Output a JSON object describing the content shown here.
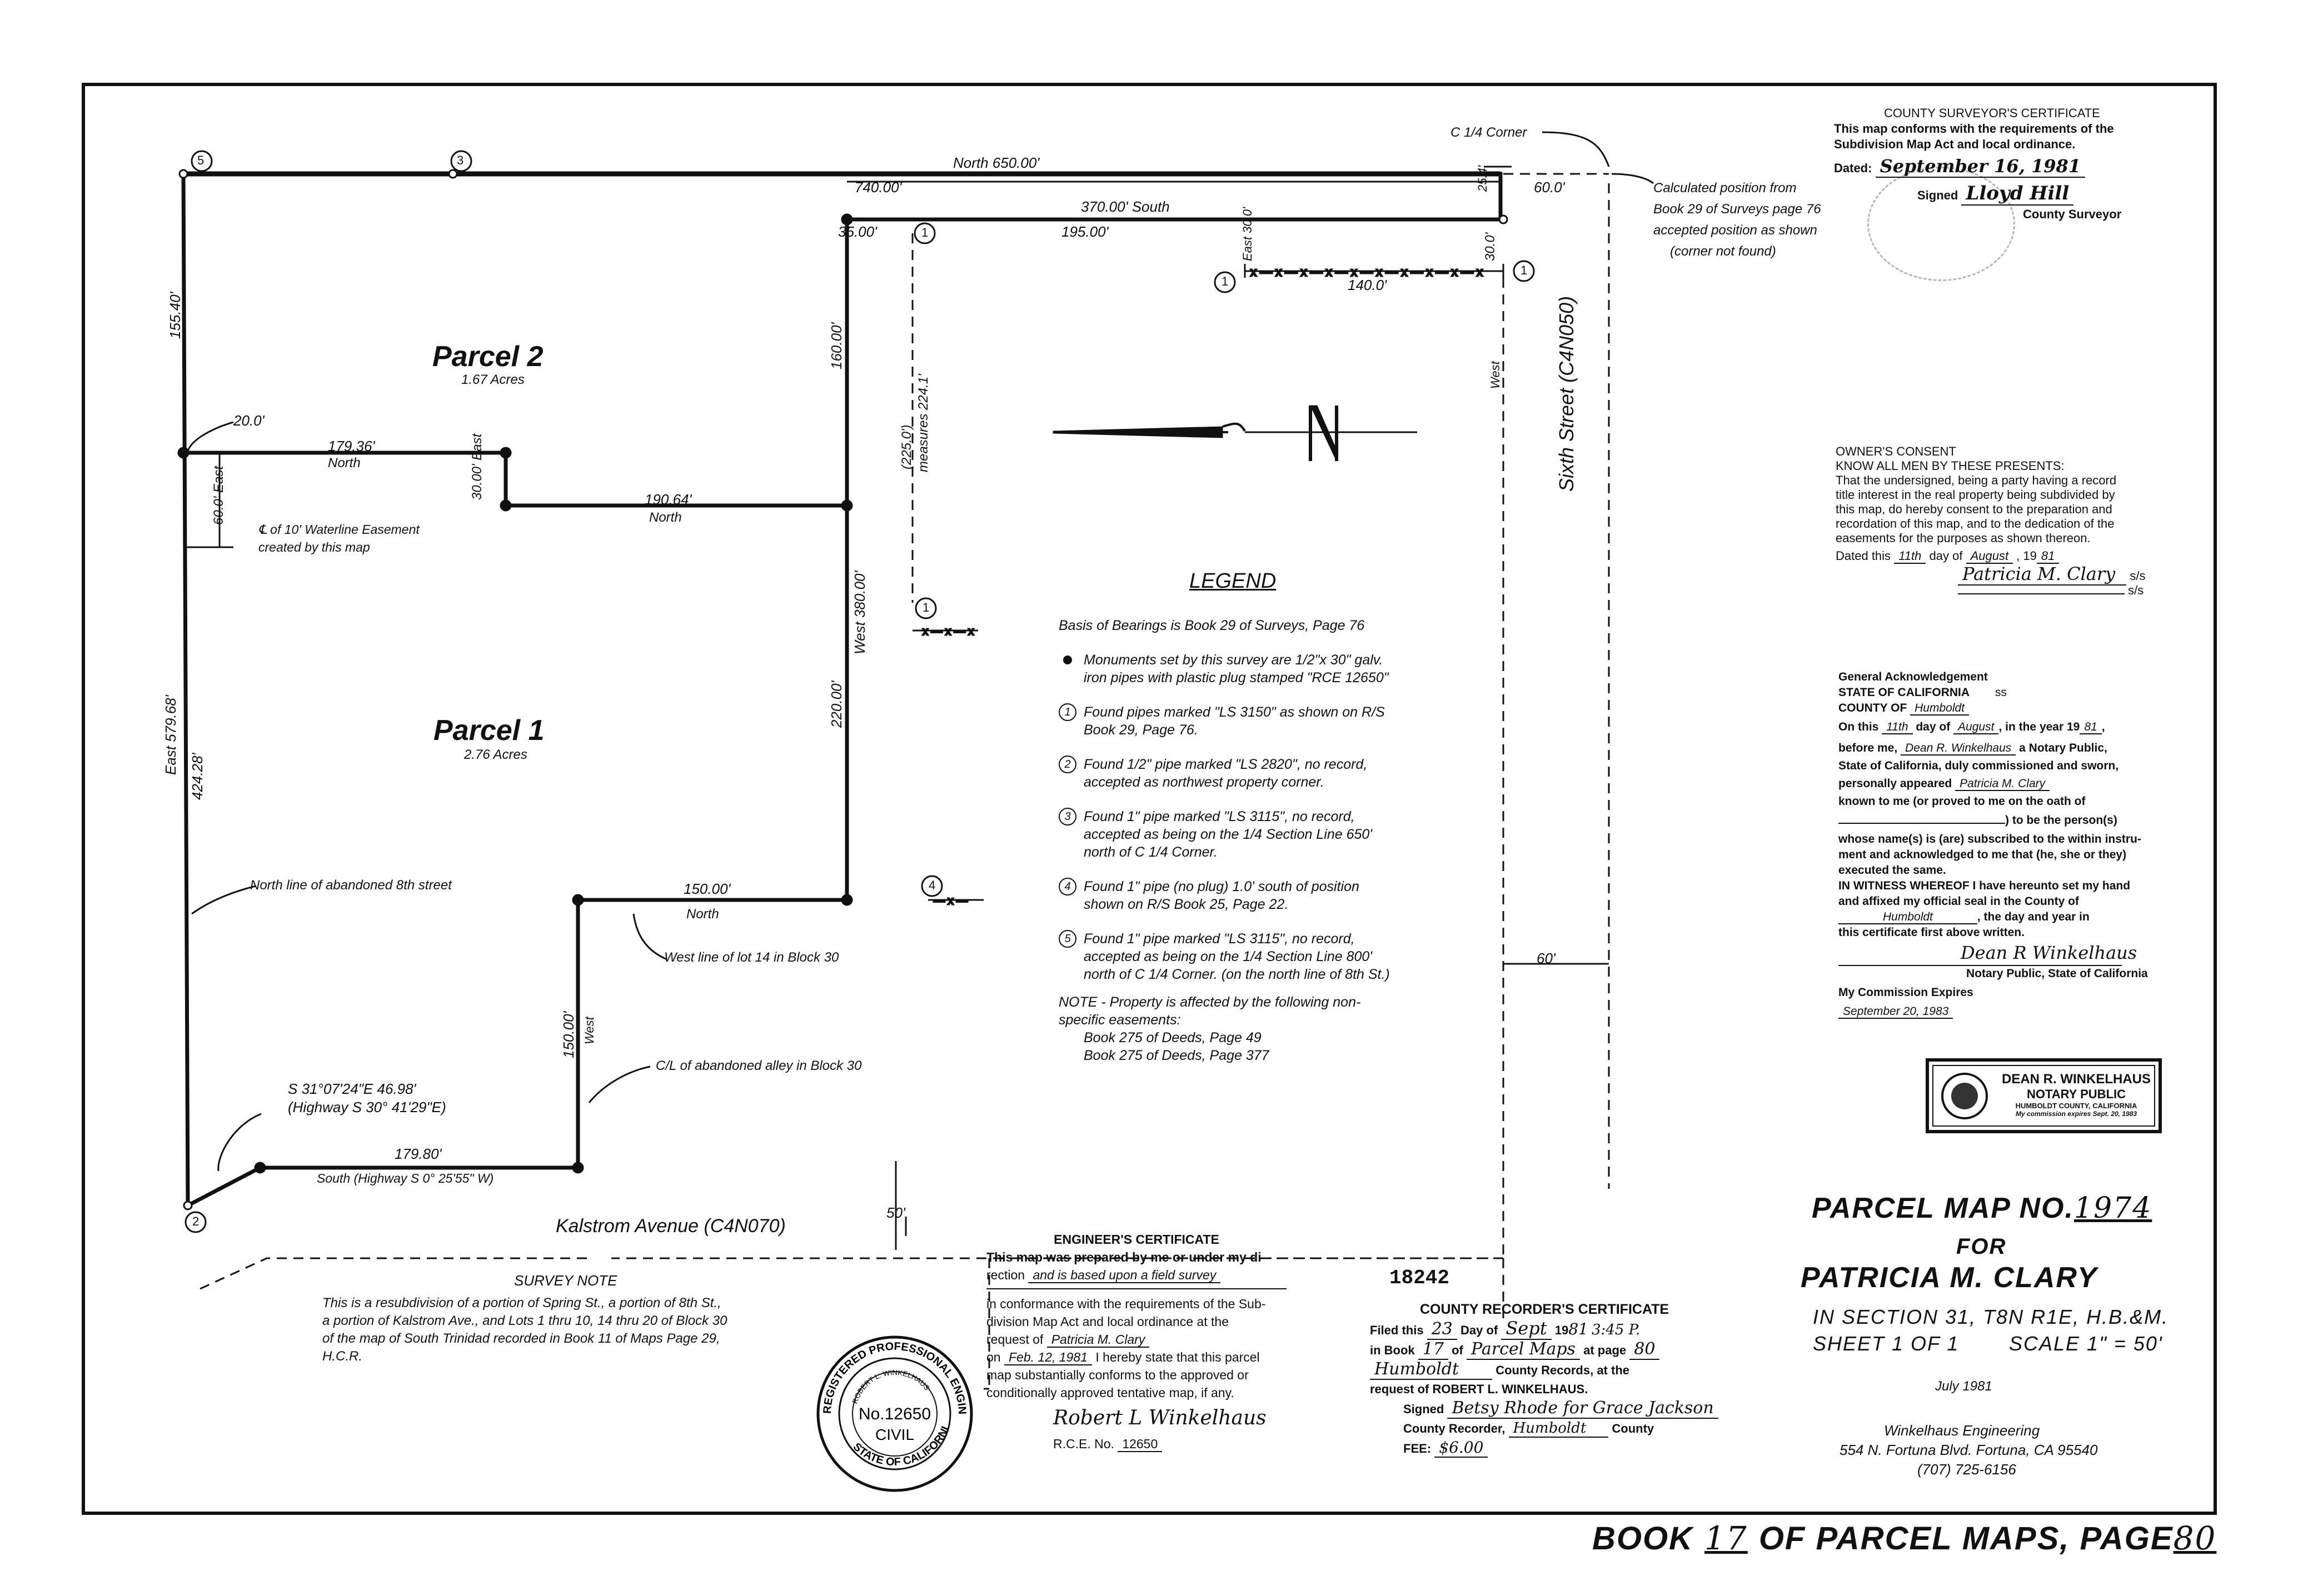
{
  "map": {
    "parcel2": {
      "name": "Parcel 2",
      "area": "1.67 Acres"
    },
    "parcel1": {
      "name": "Parcel 1",
      "area": "2.76 Acres"
    },
    "calls": {
      "north_650": "North 650.00'",
      "d740": "740.00'",
      "d370": "370.00' South",
      "d25": "25.4'",
      "d60a": "60.0'",
      "d35": "35.00'",
      "d195": "195.00'",
      "d155": "155.40'",
      "d160": "160.00'",
      "d20": "20.0'",
      "d17936": "179.36'",
      "north_a": "North",
      "d30east": "30.00' East",
      "d60east": "60.0' East",
      "d19064": "190.64'",
      "north_b": "North",
      "d225": "(225.0')",
      "measures": "measures 224.1'",
      "west380": "West 380.00'",
      "d220": "220.00'",
      "east579": "East 579.68'",
      "d42428": "424.28'",
      "d150": "150.00'",
      "north_c": "North",
      "d150w": "150.00'",
      "west_c": "West",
      "d17980": "179.80'",
      "south_hwy": "South (Highway S 0° 25'55\" W)",
      "bearing1": "S 31°07'24\"E  46.98'",
      "bearing2": "(Highway S 30° 41'29\"E)",
      "east30": "East 30.0'",
      "d1400": "140.0'",
      "d300": "30.0'",
      "west_6th": "West",
      "d60b": "60'",
      "d50": "50'"
    },
    "labels": {
      "c_quarter": "C 1/4 Corner",
      "calc_pos": [
        "Calculated position from",
        "Book 29 of Surveys page 76",
        "accepted position as shown",
        "(corner not found)"
      ],
      "waterline": [
        "℄ of 10' Waterline Easement",
        "created by this map"
      ],
      "north_line": "North line of abandoned 8th street",
      "west_line": "West line of lot 14 in Block 30",
      "cl_alley": "C/L of abandoned alley in Block 30",
      "sixth_street": "Sixth Street (C4N050)",
      "kalstrom": "Kalstrom Avenue (C4N070)",
      "north_arrow": "N"
    },
    "monuments": [
      "5",
      "3",
      "1",
      "1",
      "1",
      "1",
      "4",
      "2"
    ]
  },
  "legend": {
    "title": "LEGEND",
    "basis": "Basis of Bearings is Book 29 of Surveys, Page 76",
    "bullet": [
      "Monuments set by this survey are 1/2\"x 30\" galv.",
      "iron pipes with plastic plug stamped \"RCE 12650\""
    ],
    "items": [
      {
        "num": "1",
        "lines": [
          "Found pipes marked \"LS 3150\" as shown on R/S",
          "Book 29, Page 76."
        ]
      },
      {
        "num": "2",
        "lines": [
          "Found 1/2\" pipe marked \"LS 2820\", no record,",
          "accepted as northwest property corner."
        ]
      },
      {
        "num": "3",
        "lines": [
          "Found 1\" pipe marked \"LS 3115\", no record,",
          "accepted as being on the 1/4 Section Line 650'",
          "north of C 1/4 Corner."
        ]
      },
      {
        "num": "4",
        "lines": [
          "Found 1\" pipe (no plug) 1.0' south of position",
          "shown on R/S Book 25, Page 22."
        ]
      },
      {
        "num": "5",
        "lines": [
          "Found 1\" pipe marked \"LS 3115\", no record,",
          "accepted as being on the 1/4 Section Line 800'",
          "north of C 1/4 Corner. (on the north line of 8th St.)"
        ]
      }
    ],
    "note": [
      "NOTE - Property is affected by the following non-",
      "specific easements:",
      "Book 275 of Deeds, Page 49",
      "Book 275 of Deeds, Page 377"
    ]
  },
  "survey_note": {
    "title": "SURVEY NOTE",
    "lines": [
      "This is a resubdivision of a portion of Spring St., a portion of 8th St.,",
      "a portion of Kalstrom Ave., and Lots 1 thru 10, 14 thru 20 of Block 30",
      "of the map of South Trinidad recorded in Book 11 of Maps Page 29,",
      "H.C.R."
    ]
  },
  "engineer": {
    "title": "ENGINEER'S CERTIFICATE",
    "l1": "This map was prepared by me or under my di-",
    "l2a": "rection",
    "l2b": "and is based upon a field survey",
    "l3": "in conformance with the requirements of the Sub-",
    "l4": "division Map Act and local ordinance at the",
    "l5a": "request of",
    "l5b": "Patricia M. Clary",
    "l6a": "on",
    "l6b": "Feb. 12, 1981",
    "l6c": "I hereby state that this parcel",
    "l7": "map substantially conforms to the approved or",
    "l8": "conditionally approved tentative map, if any.",
    "signature": "Robert L Winkelhaus",
    "rce_label": "R.C.E. No.",
    "rce_no": "12650"
  },
  "seal": {
    "ring_top": "REGISTERED PROFESSIONAL ENGINEER",
    "name": "ROBERT L. WINKELHAUS",
    "no": "No.12650",
    "civil": "CIVIL",
    "ring_bottom": "STATE OF CALIFORNIA"
  },
  "recorder": {
    "doc_no": "18242",
    "title": "COUNTY RECORDER'S CERTIFICATE",
    "filed_a": "Filed this",
    "filed_day": "23",
    "filed_b": "Day of",
    "filed_month": "Sept",
    "filed_c": "19",
    "filed_year": "81",
    "filed_time": "3:45 P.",
    "book_a": "in Book",
    "book_no": "17",
    "book_b": "of",
    "book_type": "Parcel Maps",
    "book_c": "at page",
    "book_page": "80",
    "county_hand": "Humboldt",
    "county_rec": "County Records, at the",
    "request": "request of ROBERT L. WINKELHAUS.",
    "signed_label": "Signed",
    "signed_hand": "Betsy Rhode for Grace Jackson",
    "county_recorder": "County Recorder,",
    "cr_hand": "Humboldt",
    "county": "County",
    "fee_label": "FEE:",
    "fee_hand": "$6.00"
  },
  "surveyor": {
    "title": "COUNTY SURVEYOR'S CERTIFICATE",
    "l1": "This map conforms with the requirements of the",
    "l2": "Subdivision Map Act and local ordinance.",
    "dated": "Dated:",
    "dated_hand": "September 16, 1981",
    "signed": "Signed",
    "signed_hand": "Lloyd Hill",
    "role": "County Surveyor"
  },
  "owner": {
    "title": "OWNER'S CONSENT",
    "lines": [
      "KNOW ALL MEN BY THESE PRESENTS:",
      "That the undersigned, being a party having a record",
      "title interest in the real property being subdivided by",
      "this map, do hereby consent to the preparation and",
      "recordation of this map, and to the dedication of the",
      "easements for the purposes as shown thereon."
    ],
    "dated_a": "Dated this",
    "day": "11th",
    "dated_b": "day of",
    "month": "August",
    "dated_c": ", 19",
    "year": "81",
    "sig": "Patricia M. Clary",
    "ss1": "s/s",
    "ss2": "s/s"
  },
  "ack": {
    "title": "General Acknowledgement",
    "state": "STATE OF CALIFORNIA",
    "ss": "ss",
    "county_a": "COUNTY OF",
    "county_b": "Humboldt",
    "on_a": "On this",
    "on_day": "11th",
    "on_b": "day of",
    "on_month": "August",
    "on_c": ", in the year 19",
    "on_year": "81",
    "on_d": ",",
    "before_a": "before me,",
    "before_name": "Dean R. Winkelhaus",
    "before_b": "a Notary Public,",
    "l_state": "State of California, duly commissioned and sworn,",
    "pers_a": "personally appeared",
    "pers_name": "Patricia M. Clary",
    "l_known": "known to me (or proved to me on the oath of",
    "l_person": ") to be the person(s)",
    "l_whose": "whose name(s) is (are) subscribed to the within instru-",
    "l_ment": "ment and acknowledged to me that (he, she or they)",
    "l_exec": "executed the same.",
    "l_witness": "IN WITNESS WHEREOF I have hereunto set my hand",
    "l_affixed": "and affixed my official seal in the County of",
    "county_c": "Humboldt",
    "l_dayyear": ", the day and year in",
    "l_cert": "this certificate first above written.",
    "notary_sig": "Dean R Winkelhaus",
    "notary_role": "Notary Public, State of California",
    "commission": "My Commission Expires",
    "expires": "September 20, 1983"
  },
  "notary_stamp": {
    "name": "DEAN R. WINKELHAUS",
    "title": "NOTARY PUBLIC",
    "county": "HUMBOLDT COUNTY, CALIFORNIA",
    "expires": "My commission expires Sept. 20, 1983"
  },
  "title_block": {
    "parcel_map": "PARCEL MAP NO.",
    "number": "1974",
    "for": "FOR",
    "owner": "PATRICIA M. CLARY",
    "section": "IN SECTION 31, T8N R1E, H.B.&M.",
    "sheet": "SHEET 1 OF 1",
    "scale": "SCALE 1\" = 50'",
    "date": "July 1981",
    "firm": "Winkelhaus Engineering",
    "address": "554 N. Fortuna Blvd.  Fortuna, CA 95540",
    "phone": "(707) 725-6156"
  },
  "footer": {
    "book": "BOOK",
    "book_no": "17",
    "of": "OF PARCEL MAPS, PAGE",
    "page": "80"
  }
}
